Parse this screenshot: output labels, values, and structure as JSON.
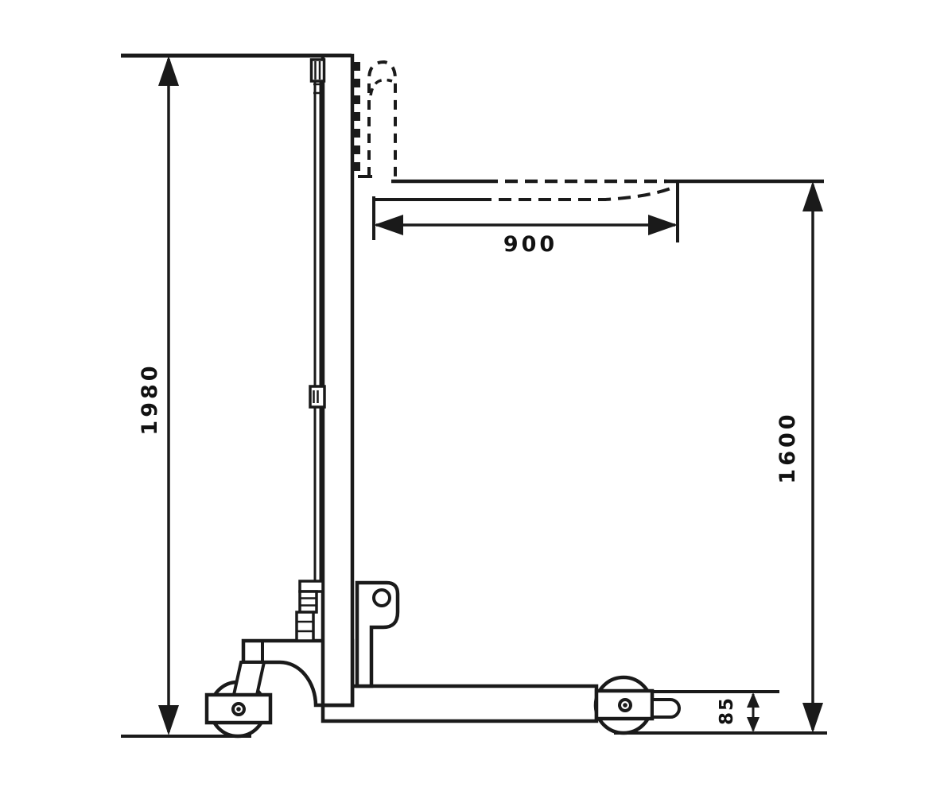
{
  "diagram": {
    "description": "Manual pallet stacker side-view technical drawing with dimension lines",
    "colors": {
      "line": "#1a1a1a",
      "background": "#ffffff",
      "text": "#111111"
    },
    "dimensions": {
      "overall_height": "1980",
      "fork_length": "900",
      "lift_height": "1600",
      "lowered_fork_height": "85"
    }
  }
}
